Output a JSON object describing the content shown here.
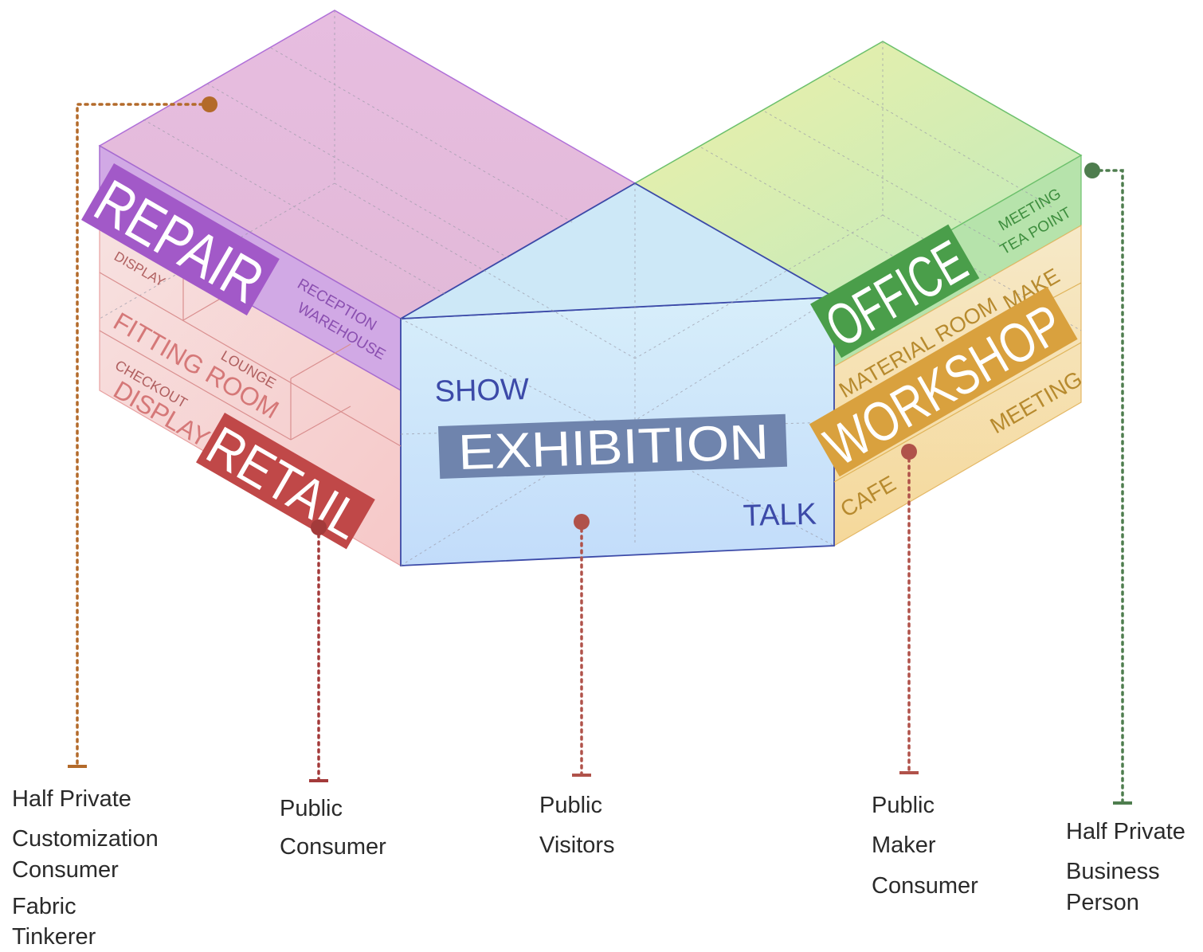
{
  "colors": {
    "repair": "#b66fd0",
    "retail": "#c95a5a",
    "exhibition": "#7a8fb8",
    "office": "#5aa85a",
    "workshop": "#d49b3a",
    "line_orange": "#b36a2a",
    "line_red": "#a33a3a",
    "line_rust": "#b0524a",
    "line_green": "#4e7d4e"
  },
  "zones": {
    "repair": {
      "title": "REPAIR",
      "sub1": "RECEPTION",
      "sub2": "WAREHOUSE"
    },
    "retail": {
      "title": "RETAIL",
      "display_top": "DISPLAY",
      "fitting": "FITTING ROOM",
      "lounge": "LOUNGE",
      "checkout": "CHECKOUT",
      "display_bottom": "DISPLAY"
    },
    "exhibition": {
      "title": "EXHIBITION",
      "show": "SHOW",
      "talk": "TALK"
    },
    "office": {
      "title": "OFFICE",
      "meeting": "MEETING",
      "tea": "TEA POINT"
    },
    "workshop": {
      "title": "WORKSHOP",
      "material": "MATERIAL ROOM",
      "make": "MAKE",
      "meeting": "MEETING",
      "cafe": "CAFE"
    }
  },
  "legend": {
    "repair": [
      "Half Private",
      "Customization",
      "Consumer",
      "Fabric",
      "Tinkerer"
    ],
    "retail": [
      "Public",
      "Consumer"
    ],
    "exhibition": [
      "Public",
      "Visitors"
    ],
    "workshop": [
      "Public",
      "Maker",
      "Consumer"
    ],
    "office": [
      "Half Private",
      "Business",
      "Person"
    ]
  }
}
